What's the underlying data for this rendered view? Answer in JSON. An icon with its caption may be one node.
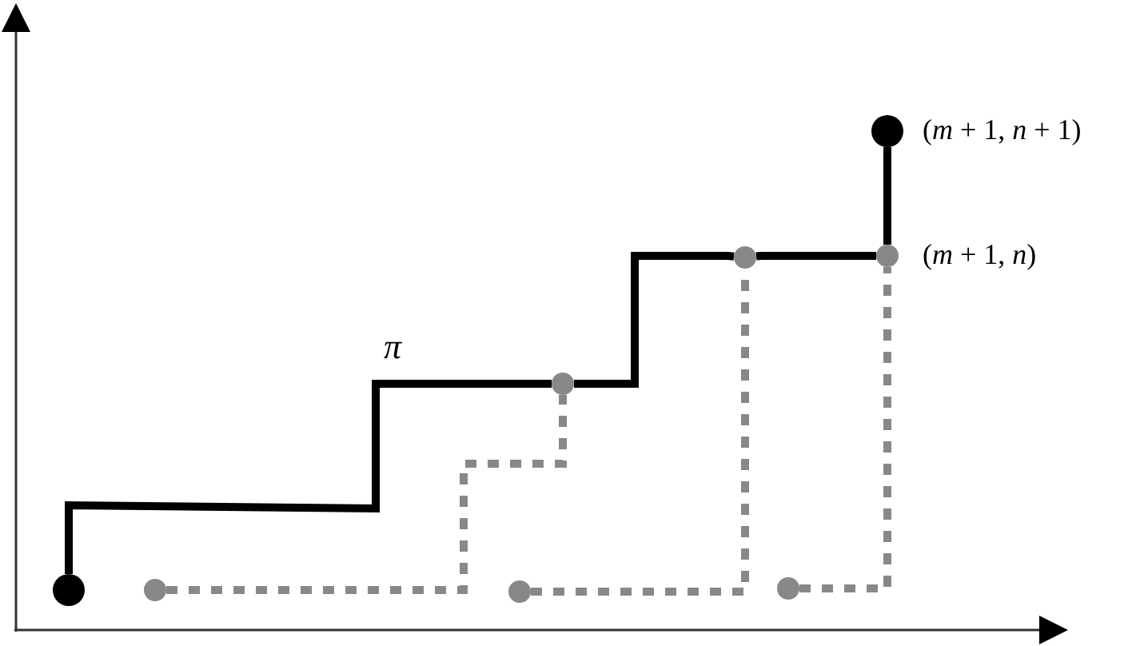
{
  "diagram": {
    "nodes": [
      {
        "text": [],
        "shape": "circle",
        "beside": [
          "(*m* + 1, *n* + 1)"
        ]
      },
      {
        "text": [],
        "shape": "circle",
        "beside": [
          "(*m* + 1, *n*)"
        ]
      },
      {
        "text": [],
        "shape": "circle"
      },
      {
        "text": [],
        "shape": "circle"
      },
      {
        "text": [],
        "shape": "circle"
      },
      {
        "text": [],
        "shape": "circle"
      },
      {
        "text": [],
        "shape": "circle"
      },
      {
        "text": [],
        "shape": "circle"
      }
    ],
    "edges": [
      {
        "from": 4,
        "to": 3,
        "arrow": "none"
      },
      {
        "from": 3,
        "to": 2,
        "arrow": "none"
      },
      {
        "from": 2,
        "to": 1,
        "arrow": "none"
      },
      {
        "from": 1,
        "to": 0,
        "arrow": "none"
      },
      {
        "from": 5,
        "to": 3,
        "arrow": "none",
        "style": "dashed",
        "color": "#888888"
      },
      {
        "from": 6,
        "to": 2,
        "arrow": "none",
        "style": "dashed",
        "color": "#888888"
      },
      {
        "from": 7,
        "to": 1,
        "arrow": "none",
        "style": "dashed",
        "color": "#888888"
      }
    ],
    "labels": [
      "π"
    ]
  }
}
